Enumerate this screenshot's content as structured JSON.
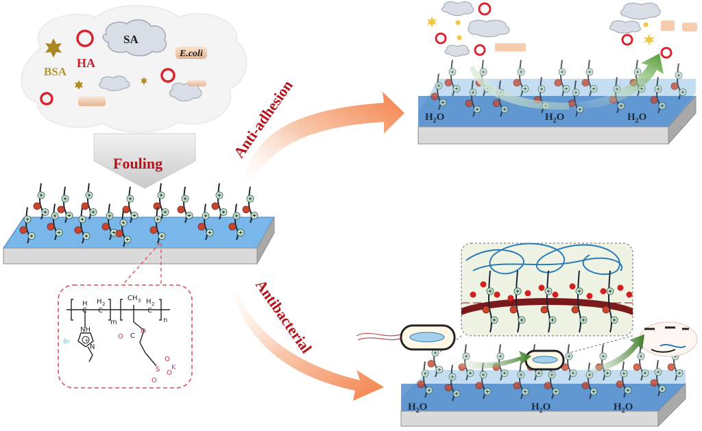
{
  "foulants": {
    "sa": "SA",
    "ha": "HA",
    "bsa": "BSA",
    "ecoli": "E.coli"
  },
  "process": {
    "fouling": "Fouling",
    "anti_adhesion": "Anti-adhesion",
    "antibacterial": "Antibacterial"
  },
  "water_labels": {
    "h2o": "H",
    "sub": "2",
    "o": "O"
  },
  "structure": {
    "m": "m",
    "n": "n",
    "h": "H",
    "h2": "H",
    "h2_sub": "2",
    "ch3": "CH",
    "ch3_sub": "3",
    "c": "C",
    "nh": "NH",
    "n_atom": "N",
    "br": "Br",
    "br_charge": "-",
    "o": "O",
    "s": "S",
    "k": "K",
    "k_charge": "+",
    "plus": "+"
  },
  "colors": {
    "accent_red": "#b5121b",
    "bsa_gold": "#b8952a",
    "star_gold": "#f3c642",
    "ring_red": "#d9232f",
    "surface_blue": "#6fb0e8",
    "water_blue": "#4a86c5",
    "slab_gray": "#d9d9d9",
    "arrow_orange": "#f58a53",
    "arrow_green": "#5aa836",
    "minus_red": "#c8452f",
    "plus_green": "#bfe0d0"
  }
}
